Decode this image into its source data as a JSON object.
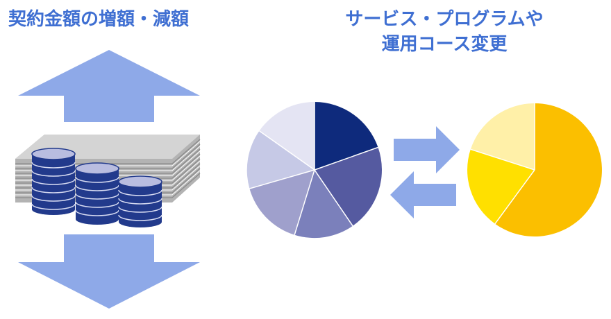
{
  "left_panel": {
    "title": "契約金額の増額・減額"
  },
  "right_panel": {
    "title_line1": "サービス・プログラムや",
    "title_line2": "運用コース変更"
  },
  "colors": {
    "title_text": "#3f6fd2",
    "arrow_fill": "#8ea9e8",
    "paper_stack": "#bfbfbf",
    "coin": "#223a8c",
    "coin_top": "#b9bde0",
    "pie_blue": [
      "#0e2a7c",
      "#555aa0",
      "#7b80bb",
      "#9fa0cc",
      "#c6c9e6",
      "#e4e4f3"
    ],
    "pie_yellow": [
      "#fbbf00",
      "#ffe000",
      "#fff0a8"
    ]
  },
  "icons": [
    "up-arrow-icon",
    "down-arrow-icon",
    "paper-stack-icon",
    "coin-stack-icon",
    "pie-chart-icon",
    "exchange-arrows-icon"
  ]
}
